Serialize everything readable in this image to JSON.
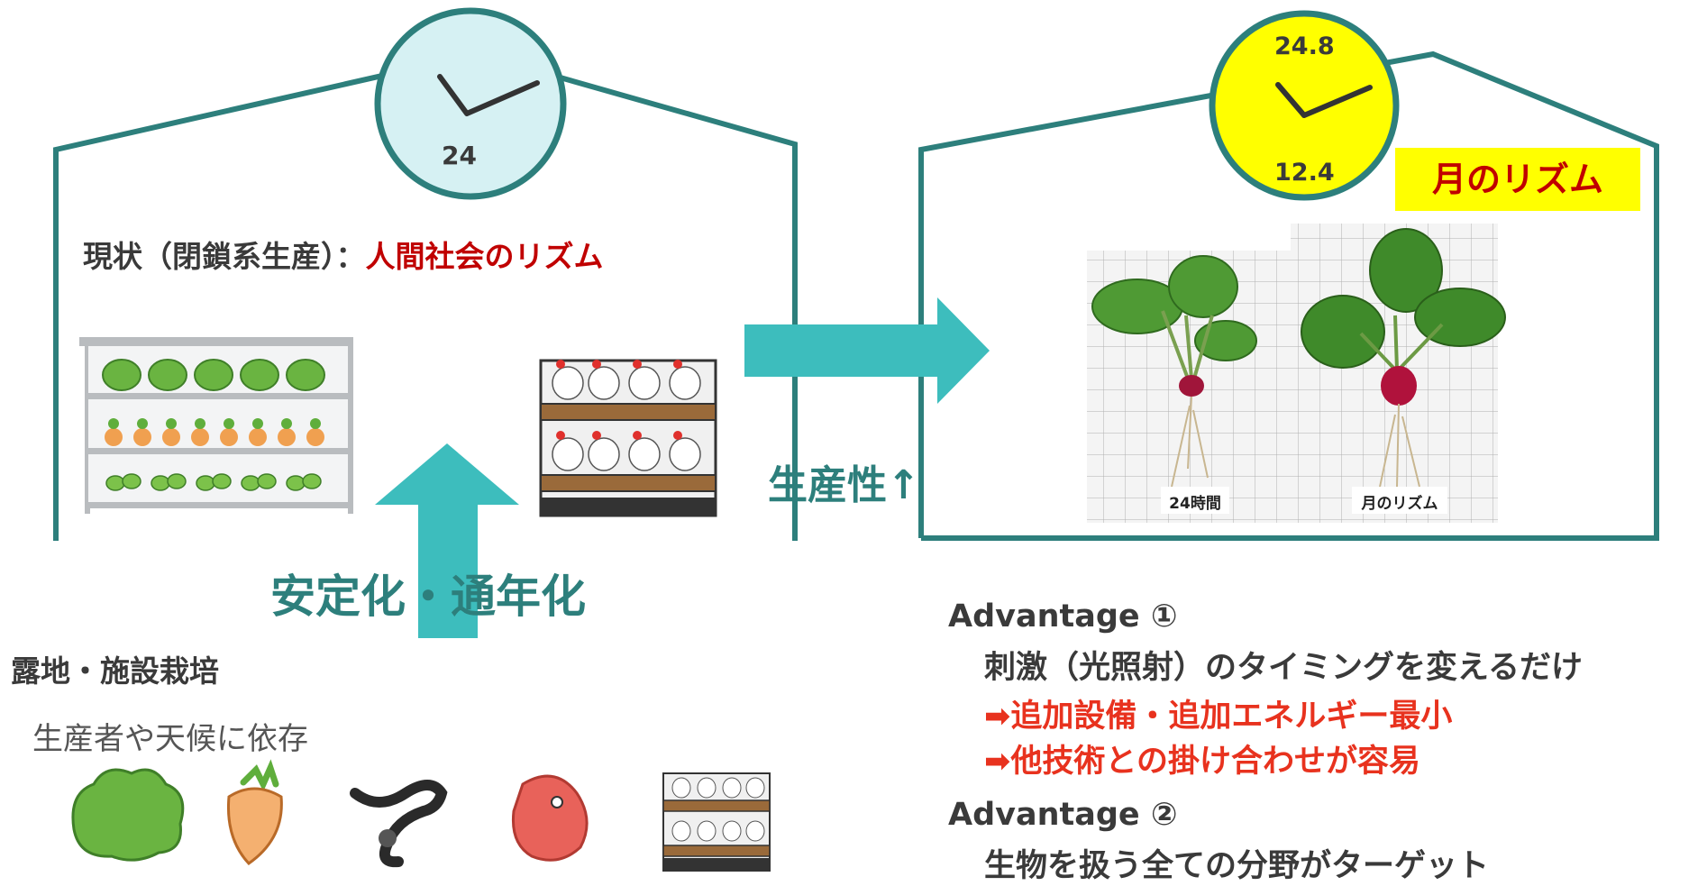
{
  "left_house": {
    "clock_label": "24",
    "heading_prefix": "現状（閉鎖系生産）：",
    "heading_highlight": "人間社会のリズム"
  },
  "right_house": {
    "clock_top_label": "24.8",
    "clock_bottom_label": "12.4",
    "badge": "月のリズム",
    "photo_label_left": "24時間",
    "photo_label_right": "月のリズム"
  },
  "arrow_right_label": "生産性↑",
  "arrow_up_label": "安定化・通年化",
  "outdoor": {
    "title": "露地・施設栽培",
    "subtitle": "生産者や天候に依存"
  },
  "advantages": [
    {
      "title": "Advantage ①",
      "text": "刺激（光照射）のタイミングを変えるだけ",
      "points": [
        "➡追加設備・追加エネルギー最小",
        "➡他技術との掛け合わせが容易"
      ]
    },
    {
      "title": "Advantage ②",
      "text": "生物を扱う全ての分野がターゲット"
    }
  ],
  "colors": {
    "teal": "#2d7f7c",
    "arrow": "#3dbdbd",
    "clock_left": "#d6f1f3",
    "clock_right": "#ffff00",
    "red_dark": "#c00000",
    "red": "#e8321e",
    "text": "#3a3a3a"
  }
}
